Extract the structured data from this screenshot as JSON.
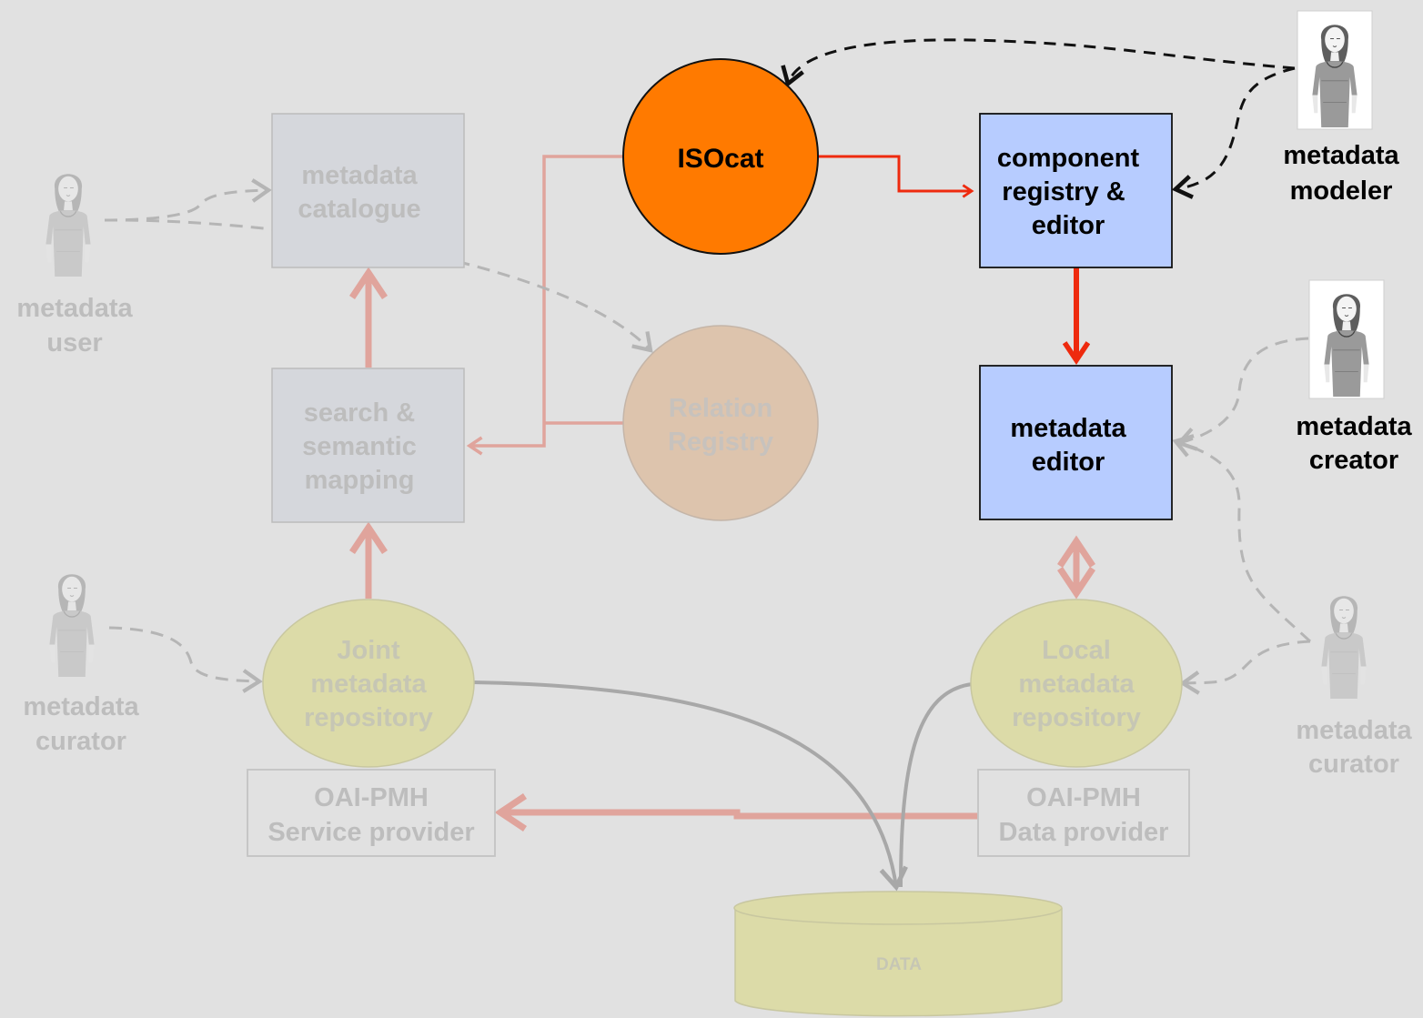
{
  "nodes": {
    "isocat": "ISOcat",
    "component_registry": [
      "component",
      "registry &",
      "editor"
    ],
    "metadata_editor": [
      "metadata",
      "editor"
    ],
    "metadata_catalogue": [
      "metadata",
      "catalogue"
    ],
    "search_mapping": [
      "search &",
      "semantic",
      "mapping"
    ],
    "relation_registry": [
      "Relation",
      "Registry"
    ],
    "joint_repository": [
      "Joint",
      "metadata",
      "repository"
    ],
    "local_repository": [
      "Local",
      "metadata",
      "repository"
    ],
    "oai_service_provider": [
      "OAI-PMH",
      "Service provider"
    ],
    "oai_data_provider": [
      "OAI-PMH",
      "Data provider"
    ],
    "data_store": "DATA"
  },
  "actors": {
    "modeler": [
      "metadata",
      "modeler"
    ],
    "creator": [
      "metadata",
      "creator"
    ],
    "user": [
      "metadata",
      "user"
    ],
    "curator_left": [
      "metadata",
      "curator"
    ],
    "curator_right": [
      "metadata",
      "curator"
    ]
  },
  "colors": {
    "background": "#e1e1e1",
    "isocat_fill": "#ff7a00",
    "active_box_fill": "#b7ccff",
    "active_edge": "#ee2a0e",
    "faded_box_fill": "#d5d7dc",
    "faded_edge": "#e0a49c",
    "faded_text": "#bdbdbd",
    "relation_fill": "#ddc4ad",
    "repository_fill": "#dcdba8",
    "actor_edge": "#b5b5b5"
  }
}
